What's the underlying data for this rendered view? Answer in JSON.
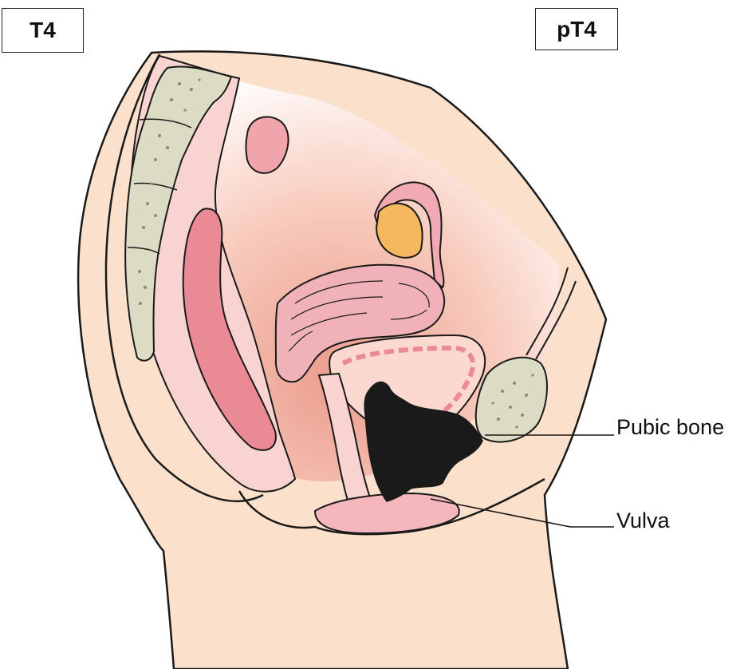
{
  "stage_labels": {
    "clinical": "T4",
    "pathologic": "pT4"
  },
  "annotations": {
    "pubic_bone": "Pubic bone",
    "vulva": "Vulva"
  },
  "colors": {
    "skin": "#fbe0cb",
    "tissue_pink": "#f7c9c6",
    "organ_pink": "#e98a95",
    "bone": "#dcdcc5",
    "ovary": "#f5b85e",
    "tumor": "#1a1a1a",
    "outline": "#1a1a1a"
  }
}
